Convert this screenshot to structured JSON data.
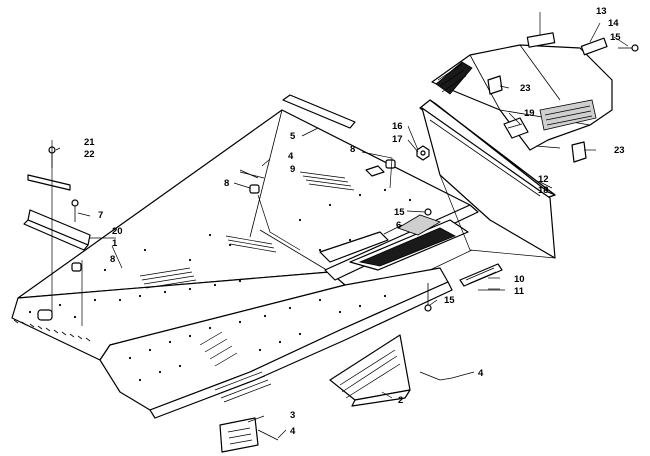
{
  "callouts": {
    "c1": "1",
    "c2": "2",
    "c3": "3",
    "c4a": "4",
    "c4b": "4",
    "c4c": "4",
    "c5": "5",
    "c6": "6",
    "c7": "7",
    "c8a": "8",
    "c8b": "8",
    "c8c": "8",
    "c9": "9",
    "c10": "10",
    "c11": "11",
    "c12": "12",
    "c13": "13",
    "c14": "14",
    "c15a": "15",
    "c15b": "15",
    "c15c": "15",
    "c16": "16",
    "c17": "17",
    "c18": "18",
    "c19": "19",
    "c20": "20",
    "c21": "21",
    "c22": "22",
    "c23a": "23",
    "c23b": "23"
  }
}
